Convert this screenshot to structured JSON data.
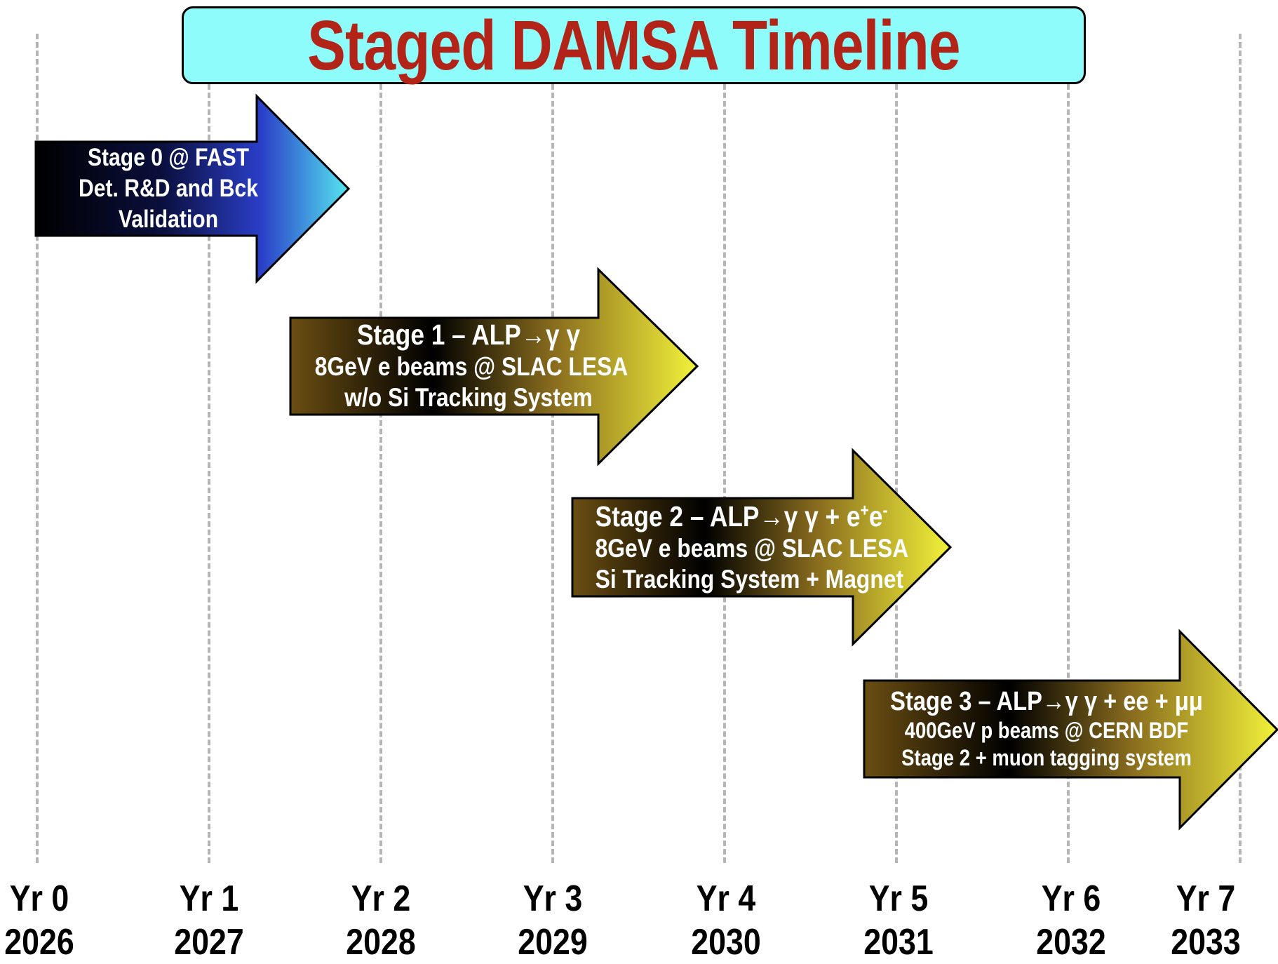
{
  "title": "Staged DAMSA Timeline",
  "colors": {
    "title_box": "#8ffcfc",
    "title_text": "#b22418",
    "stage0_gradient": [
      "#000000",
      "#2a3ec8",
      "#55e6f0"
    ],
    "stage_gradient": [
      "#6b4e12",
      "#000000",
      "#f2f23a"
    ]
  },
  "years": [
    {
      "year_label": "Yr 0",
      "calendar_year": "2026"
    },
    {
      "year_label": "Yr 1",
      "calendar_year": "2027"
    },
    {
      "year_label": "Yr 2",
      "calendar_year": "2028"
    },
    {
      "year_label": "Yr 3",
      "calendar_year": "2029"
    },
    {
      "year_label": "Yr 4",
      "calendar_year": "2030"
    },
    {
      "year_label": "Yr 5",
      "calendar_year": "2031"
    },
    {
      "year_label": "Yr 6",
      "calendar_year": "2032"
    },
    {
      "year_label": "Yr 7",
      "calendar_year": "2033"
    }
  ],
  "stages": [
    {
      "start_year": 0.0,
      "end_year": 1.8,
      "lines": [
        "Stage 0 @ FAST",
        "Det. R&D and Bck",
        "Validation"
      ]
    },
    {
      "start_year": 1.5,
      "end_year": 3.8,
      "lines": [
        "Stage 1 – ALP→γ γ",
        "8GeV e beams @ SLAC LESA",
        "w/o Si Tracking System"
      ]
    },
    {
      "start_year": 3.1,
      "end_year": 5.3,
      "line1_text": "Stage 2 – ALP→γ γ + e",
      "line1_sup1": "+",
      "line1_mid": "e",
      "line1_sup2": "-",
      "lines": [
        "8GeV e beams @ SLAC LESA",
        "Si Tracking System + Magnet"
      ]
    },
    {
      "start_year": 4.8,
      "end_year": 7.2,
      "lines": [
        "Stage 3 – ALP→γ γ + ee + μμ",
        "400GeV p beams @ CERN BDF",
        "Stage 2 + muon tagging system"
      ]
    }
  ]
}
